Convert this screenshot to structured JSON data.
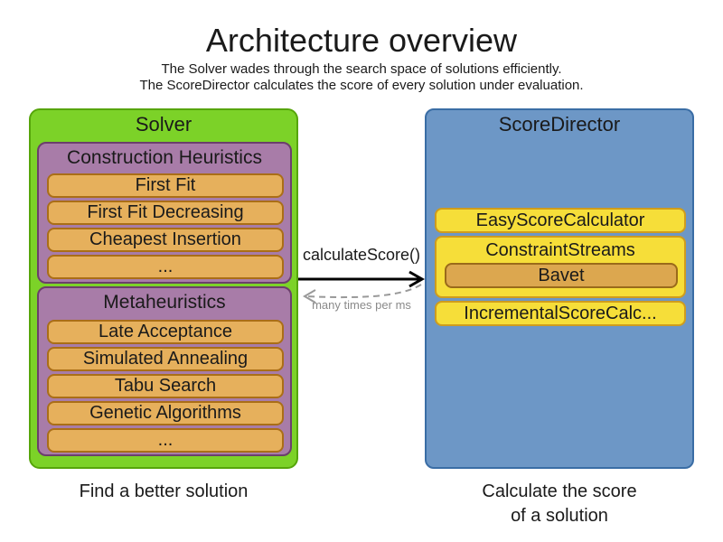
{
  "title": "Architecture overview",
  "subtitle_line1": "The Solver wades through the search space of solutions efficiently.",
  "subtitle_line2": "The ScoreDirector calculates the score of every solution under evaluation.",
  "solver": {
    "label": "Solver",
    "caption": "Find a better solution",
    "groups": [
      {
        "label": "Construction Heuristics",
        "items": [
          "First Fit",
          "First Fit Decreasing",
          "Cheapest Insertion",
          "..."
        ]
      },
      {
        "label": "Metaheuristics",
        "items": [
          "Late Acceptance",
          "Simulated Annealing",
          "Tabu Search",
          "Genetic Algorithms",
          "..."
        ]
      }
    ]
  },
  "score_director": {
    "label": "ScoreDirector",
    "caption_line1": "Calculate the score",
    "caption_line2": "of a solution",
    "calculators": [
      "EasyScoreCalculator",
      "ConstraintStreams",
      "IncrementalScoreCalc..."
    ],
    "constraint_streams_impl": "Bavet"
  },
  "interaction": {
    "call_label": "calculateScore()",
    "frequency_label": "many times per ms"
  },
  "colors": {
    "solver_green": "#7CD228",
    "solver_green_border": "#56A50A",
    "phase_purple": "#A87CA8",
    "phase_purple_border": "#6B3F6B",
    "algorithm_orange": "#E6B05C",
    "algorithm_orange_border": "#AA6E17",
    "score_director_blue": "#6D97C6",
    "score_director_blue_border": "#3A6DA5",
    "calculator_yellow": "#F6DE39",
    "calculator_yellow_border": "#CF9C1C",
    "bavet_orange": "#DCA74F",
    "call_arrow_black": "#000000",
    "return_arrow_gray": "#999999"
  }
}
